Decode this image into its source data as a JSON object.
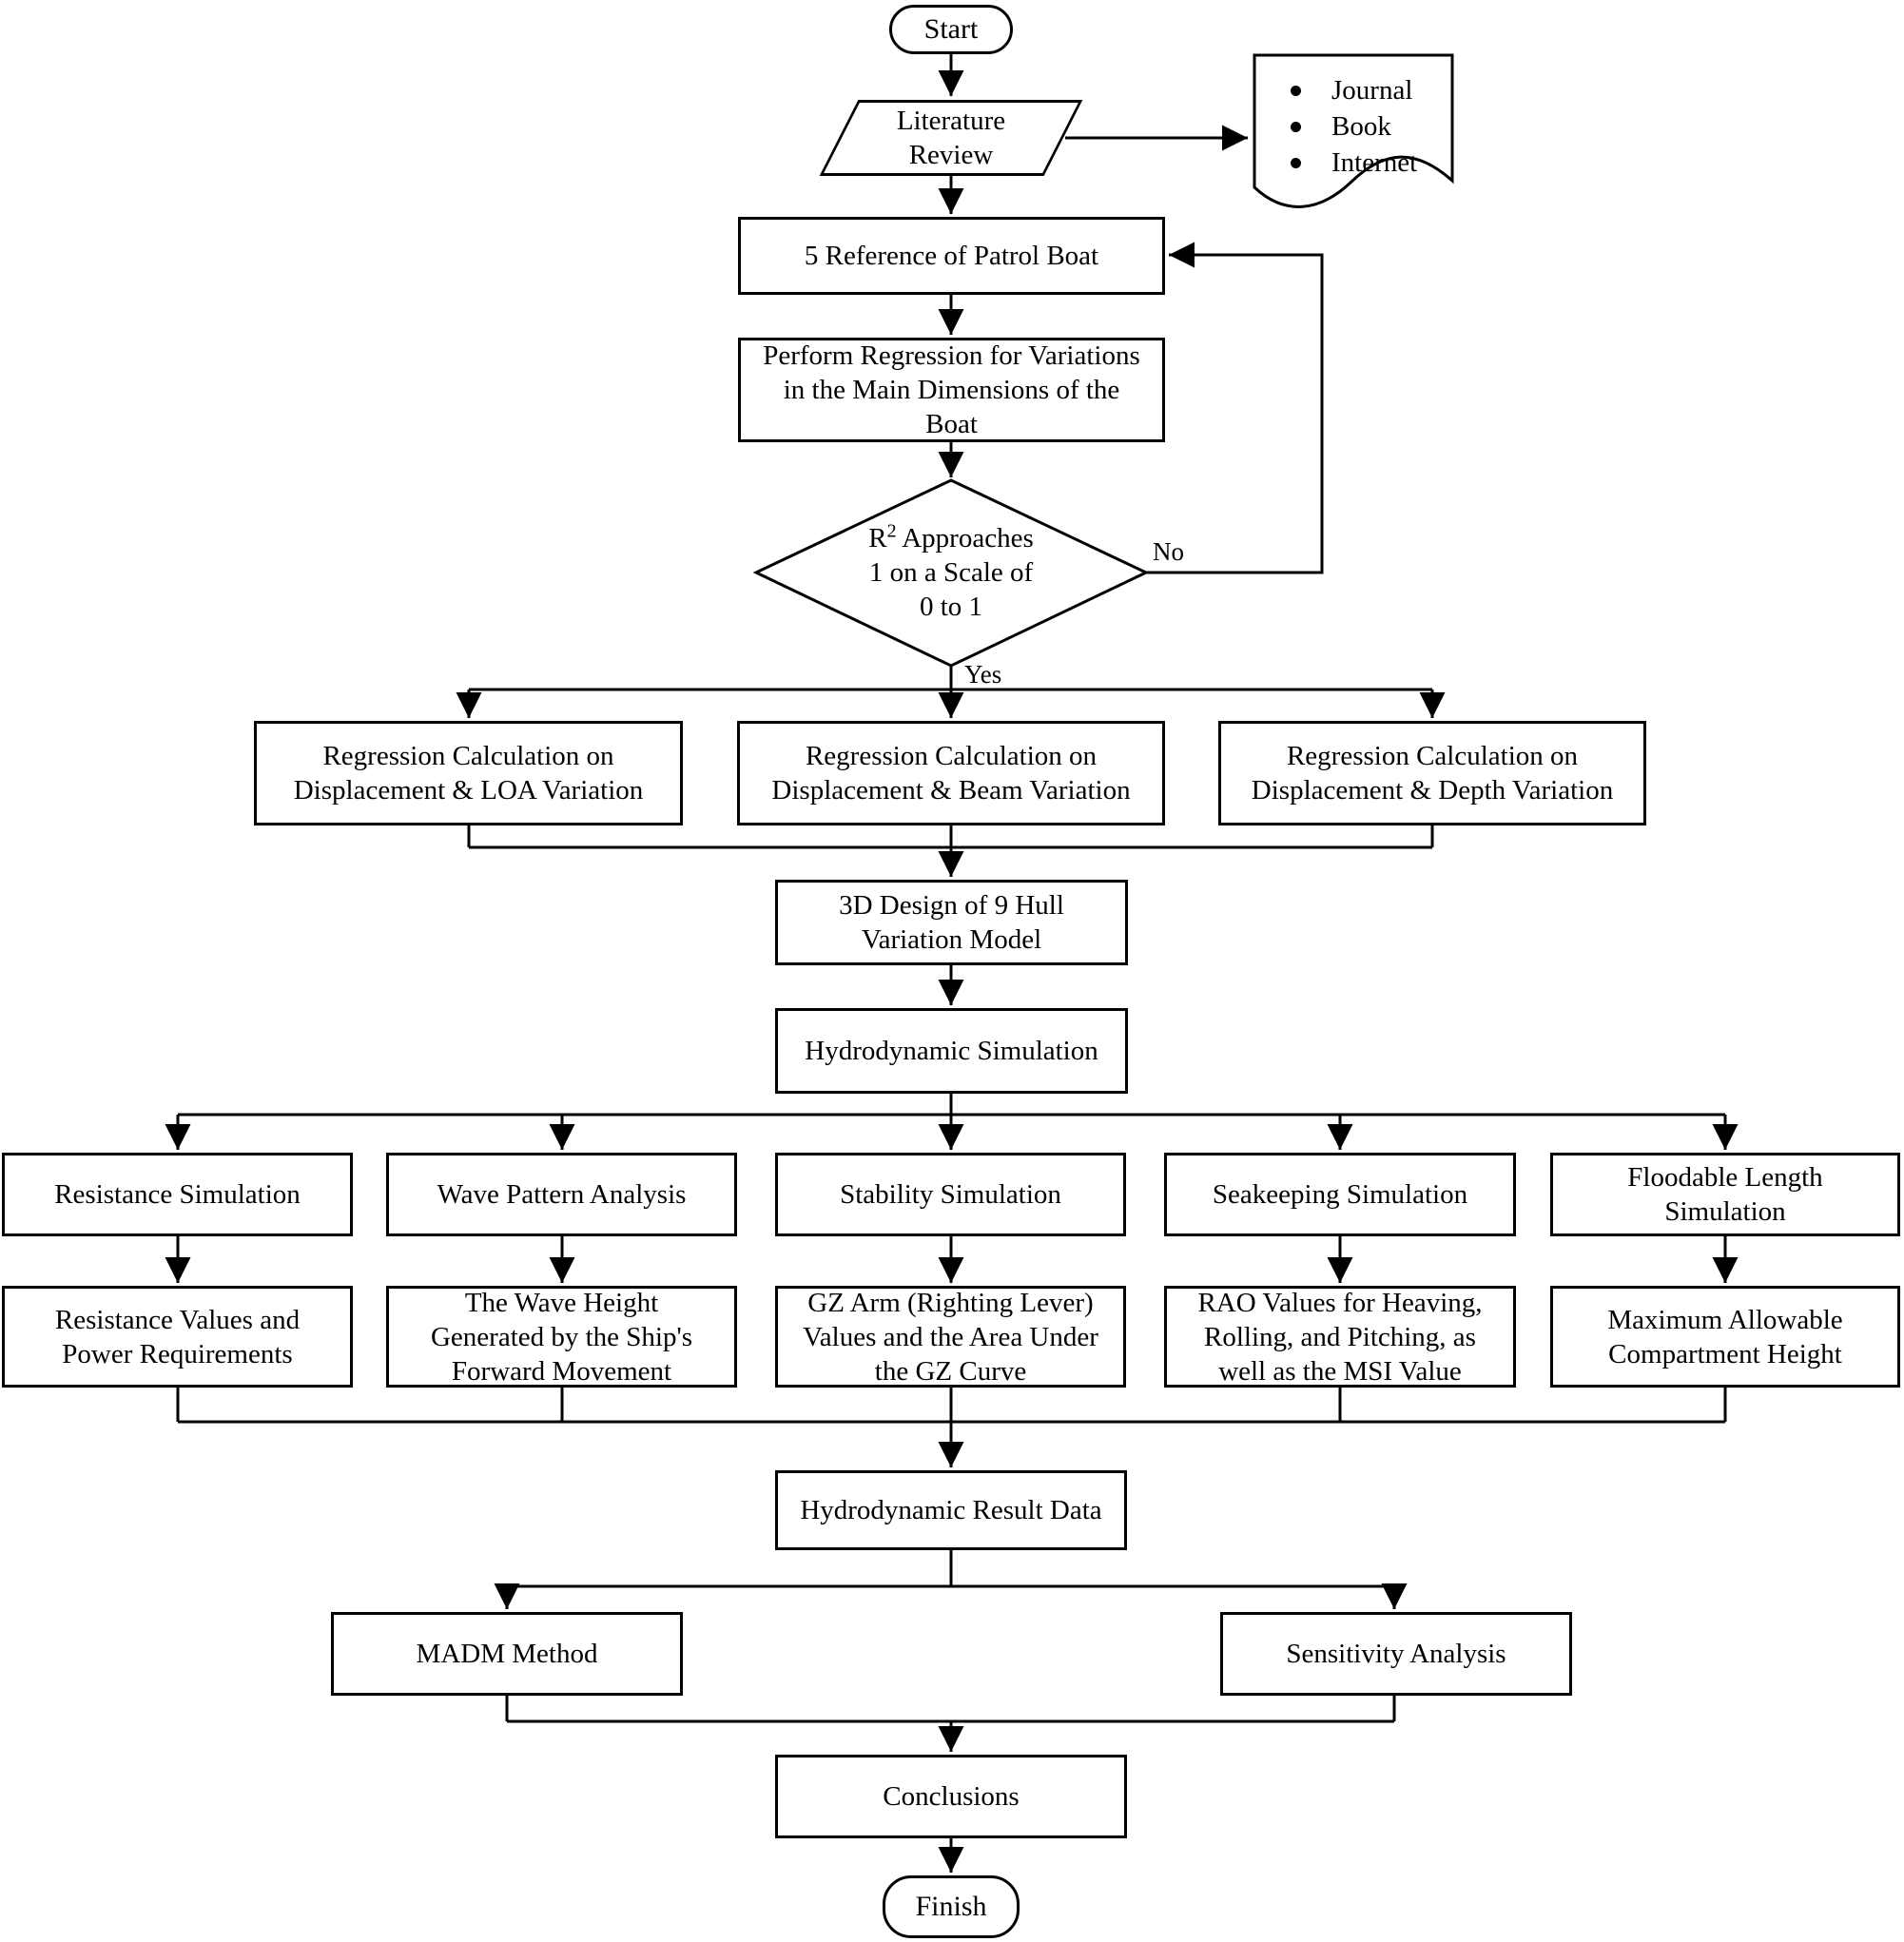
{
  "flowchart": {
    "start": "Start",
    "literature_review": "Literature\nReview",
    "sources": [
      "Journal",
      "Book",
      "Internet"
    ],
    "reference": "5 Reference of Patrol Boat",
    "perform_regression": "Perform Regression for Variations\nin the Main Dimensions of the\nBoat",
    "decision": {
      "r": "R",
      "exp": "2",
      "line1_rest": " Approaches",
      "line2": "1 on a Scale of",
      "line3": "0 to  1"
    },
    "decision_no": "No",
    "decision_yes": "Yes",
    "regression_boxes": [
      "Regression Calculation on\nDisplacement & LOA Variation",
      "Regression Calculation on\nDisplacement & Beam Variation",
      "Regression Calculation on\nDisplacement & Depth Variation"
    ],
    "design_3d": "3D Design of 9 Hull\nVariation Model",
    "hydro_sim": "Hydrodynamic Simulation",
    "simulations": [
      "Resistance Simulation",
      "Wave Pattern Analysis",
      "Stability Simulation",
      "Seakeeping Simulation",
      "Floodable Length\nSimulation"
    ],
    "results": [
      "Resistance Values and\nPower Requirements",
      "The Wave Height\nGenerated by the Ship's\nForward Movement",
      "GZ Arm (Righting Lever)\nValues and the Area Under\nthe GZ Curve",
      "RAO Values for Heaving,\nRolling, and Pitching, as\nwell as the MSI Value",
      "Maximum Allowable\nCompartment Height"
    ],
    "result_data": "Hydrodynamic Result Data",
    "madm": "MADM Method",
    "sensitivity": "Sensitivity Analysis",
    "conclusions": "Conclusions",
    "finish": "Finish",
    "colors": {
      "stroke": "#000000",
      "fill": "#ffffff",
      "text": "#000000"
    }
  }
}
